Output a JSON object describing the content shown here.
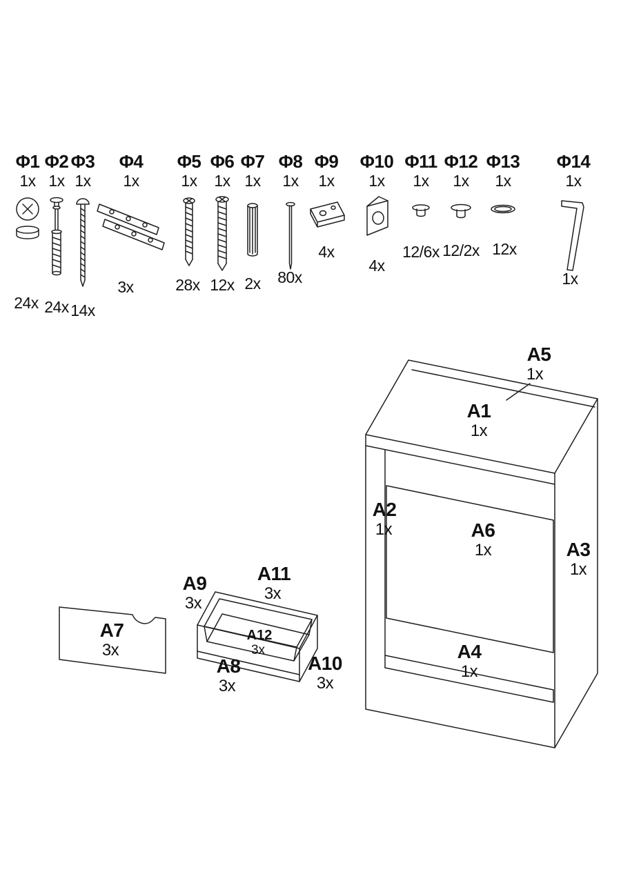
{
  "document": {
    "type": "furniture-assembly-parts-diagram"
  },
  "hardware": [
    {
      "id": "Φ1",
      "per": "1x",
      "qty": "24x",
      "icon": "cam-lock"
    },
    {
      "id": "Φ2",
      "per": "1x",
      "qty": "24x",
      "icon": "cam-bolt"
    },
    {
      "id": "Φ3",
      "per": "1x",
      "qty": "14x",
      "icon": "long-screw"
    },
    {
      "id": "Φ4",
      "per": "1x",
      "qty": "3x",
      "icon": "drawer-slide-rails"
    },
    {
      "id": "Φ5",
      "per": "1x",
      "qty": "28x",
      "icon": "wood-screw"
    },
    {
      "id": "Φ6",
      "per": "1x",
      "qty": "12x",
      "icon": "wood-screw-large"
    },
    {
      "id": "Φ7",
      "per": "1x",
      "qty": "2x",
      "icon": "wooden-dowel"
    },
    {
      "id": "Φ8",
      "per": "1x",
      "qty": "80x",
      "icon": "nail"
    },
    {
      "id": "Φ9",
      "per": "1x",
      "qty": "4x",
      "icon": "mounting-plate"
    },
    {
      "id": "Φ10",
      "per": "1x",
      "qty": "4x",
      "icon": "corner-bracket"
    },
    {
      "id": "Φ11",
      "per": "1x",
      "qty": "12/6x",
      "icon": "cover-cap-small"
    },
    {
      "id": "Φ12",
      "per": "1x",
      "qty": "12/2x",
      "icon": "cover-cap"
    },
    {
      "id": "Φ13",
      "per": "1x",
      "qty": "12x",
      "icon": "cover-cap-flat"
    },
    {
      "id": "Φ14",
      "per": "1x",
      "qty": "1x",
      "icon": "allen-key"
    }
  ],
  "panels": [
    {
      "id": "A1",
      "qty": "1x"
    },
    {
      "id": "A2",
      "qty": "1x"
    },
    {
      "id": "A3",
      "qty": "1x"
    },
    {
      "id": "A4",
      "qty": "1x"
    },
    {
      "id": "A5",
      "qty": "1x"
    },
    {
      "id": "A6",
      "qty": "1x"
    },
    {
      "id": "A7",
      "qty": "3x"
    },
    {
      "id": "A8",
      "qty": "3x"
    },
    {
      "id": "A9",
      "qty": "3x"
    },
    {
      "id": "A10",
      "qty": "3x"
    },
    {
      "id": "A11",
      "qty": "3x"
    },
    {
      "id": "A12",
      "qty": "3x"
    }
  ]
}
